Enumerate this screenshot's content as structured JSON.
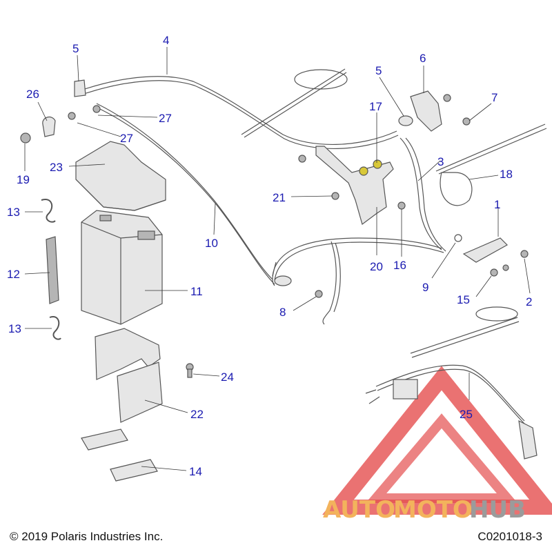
{
  "colors": {
    "callout": "#1a1ab0",
    "line": "#555555",
    "part_fill": "#e6e6e6",
    "shadow": "#b5b5b5",
    "watermark_red": "#e03030",
    "watermark_orange": "#f2a640",
    "watermark_gray": "#8a8a8a"
  },
  "callouts": {
    "c1": "1",
    "c2": "2",
    "c3": "3",
    "c4": "4",
    "c5a": "5",
    "c5b": "5",
    "c6": "6",
    "c7": "7",
    "c8": "8",
    "c9": "9",
    "c10": "10",
    "c11": "11",
    "c12": "12",
    "c13a": "13",
    "c13b": "13",
    "c14": "14",
    "c15": "15",
    "c16": "16",
    "c17": "17",
    "c18": "18",
    "c19": "19",
    "c20": "20",
    "c21": "21",
    "c22": "22",
    "c23": "23",
    "c24": "24",
    "c25": "25",
    "c26": "26",
    "c27a": "27",
    "c27b": "27"
  },
  "footer": {
    "copyright": "© 2019 Polaris Industries Inc.",
    "drawing_id": "C0201018-3"
  },
  "watermark": {
    "part1": "AUTO",
    "part2": "MOTO",
    "part3": "HUB"
  }
}
